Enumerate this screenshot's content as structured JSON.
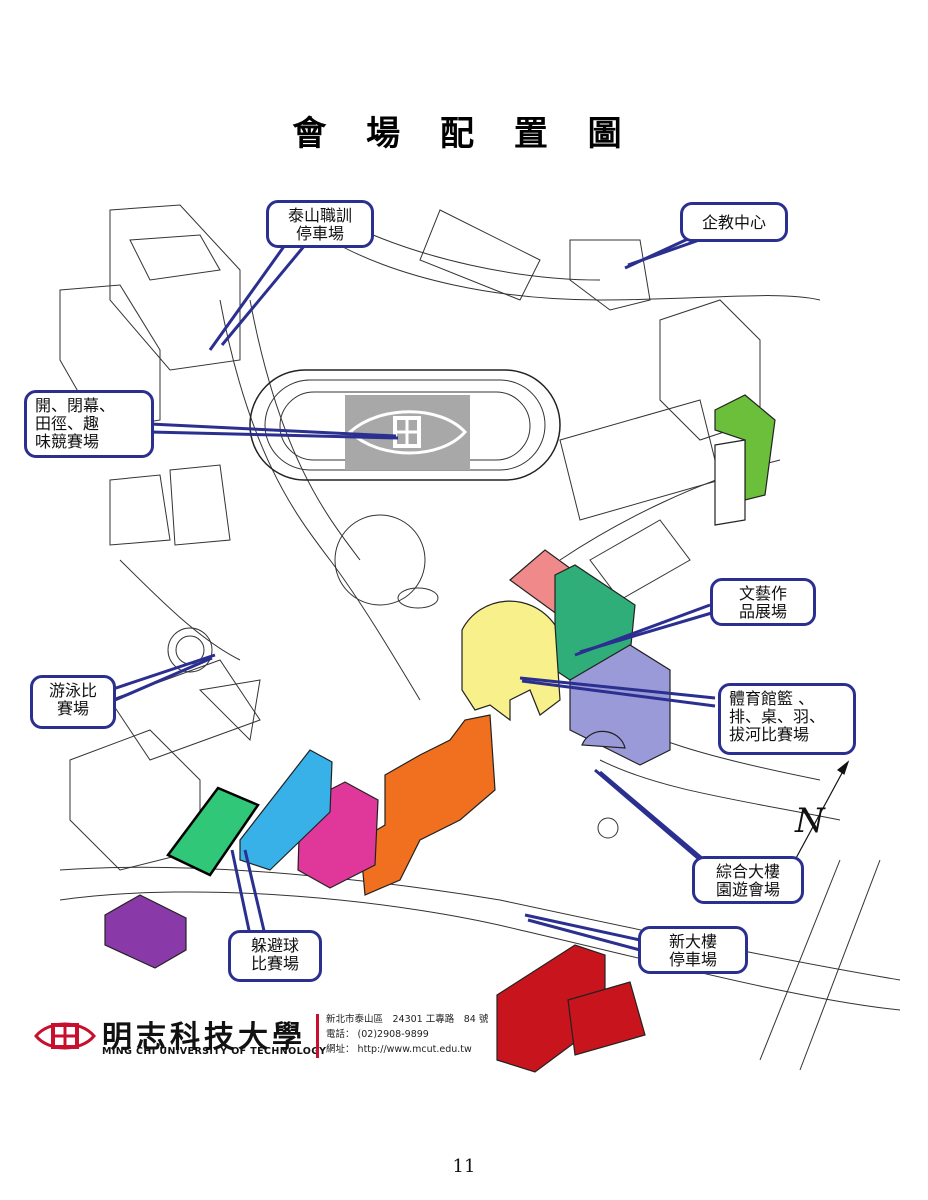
{
  "page": {
    "title": "會 場 配 置 圖",
    "page_number": "11"
  },
  "callouts": [
    {
      "id": "taishan-parking",
      "label": "泰山職訓\n停車場"
    },
    {
      "id": "executive-edu-center",
      "label": "企教中心"
    },
    {
      "id": "opening-closing-track",
      "label": "開、閉幕、\n田徑、趣\n味競賽場"
    },
    {
      "id": "arts-exhibition",
      "label": "文藝作\n品展場"
    },
    {
      "id": "gymnasium",
      "label": "體育館籃 、\n排、桌、羽、\n拔河比賽場"
    },
    {
      "id": "swimming",
      "label": "游泳比\n賽場"
    },
    {
      "id": "general-building",
      "label": "綜合大樓\n園遊會場"
    },
    {
      "id": "new-building-parking",
      "label": "新大樓\n停車場"
    },
    {
      "id": "dodgeball",
      "label": "躲避球\n比賽場"
    }
  ],
  "map": {
    "compass_label": "N",
    "building_colors": {
      "green_tower": "#6cbf3a",
      "pink_block": "#f08a8a",
      "teal_block": "#2fae7a",
      "yellow_gym": "#f8f08a",
      "lavender_block": "#9a9ad8",
      "orange_block": "#f07020",
      "magenta_block": "#e0389a",
      "blue_block": "#38b0e8",
      "green_court": "#30c878",
      "purple_block": "#8a3aa8",
      "red_block": "#c8141c"
    },
    "callout_border_color": "#2b2f8f"
  },
  "footer": {
    "university_cn": "明志科技大學",
    "university_en": "MING CHI UNIVERSITY OF TECHNOLOGY",
    "address": "新北市泰山區　24301 工專路　84 號",
    "phone_label": "電話：",
    "phone": "(02)2908-9899",
    "website_label": "網址：",
    "website": "http://www.mcut.edu.tw"
  }
}
